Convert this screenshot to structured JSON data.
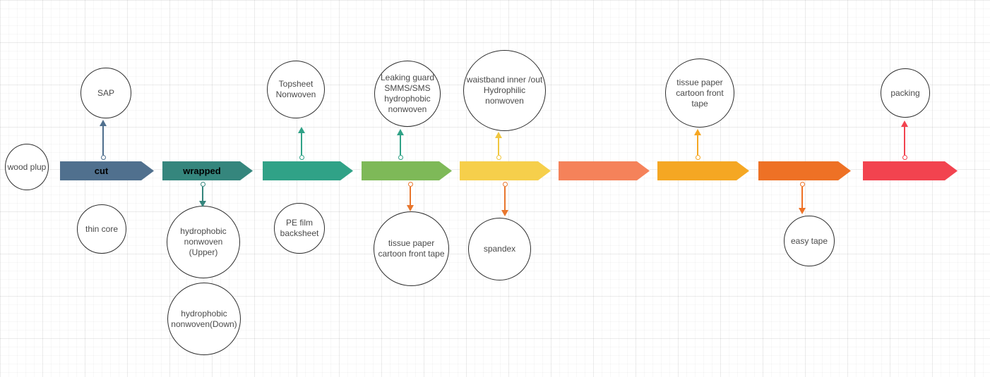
{
  "process": {
    "steps": [
      {
        "label": "cut",
        "color": "#50708e"
      },
      {
        "label": "wrapped",
        "color": "#35867d"
      },
      {
        "label": "",
        "color": "#30a287"
      },
      {
        "label": "",
        "color": "#7eb958"
      },
      {
        "label": "",
        "color": "#f6cf4b"
      },
      {
        "label": "",
        "color": "#f5825a"
      },
      {
        "label": "",
        "color": "#f5a723"
      },
      {
        "label": "",
        "color": "#ee7125"
      },
      {
        "label": "",
        "color": "#f2434f"
      }
    ]
  },
  "nodes": [
    {
      "id": "wood-plup",
      "label": "wood plup"
    },
    {
      "id": "sap",
      "label": "SAP"
    },
    {
      "id": "thin-core",
      "label": "thin core"
    },
    {
      "id": "hydrophobic-nonwoven-upper",
      "label": "hydrophobic nonwoven (Upper)"
    },
    {
      "id": "hydrophobic-nonwoven-down",
      "label": "hydrophobic nonwoven(Down)"
    },
    {
      "id": "topsheet-nonwoven",
      "label": "Topsheet Nonwoven"
    },
    {
      "id": "pe-film-backsheet",
      "label": "PE film backsheet"
    },
    {
      "id": "leaking-guard-nonwoven",
      "label": "Leaking guard SMMS/SMS hydrophobic nonwoven"
    },
    {
      "id": "tissue-paper-front-tape-1",
      "label": "tissue paper cartoon front tape"
    },
    {
      "id": "waistband-nonwoven",
      "label": "waistband inner /out Hydrophilic nonwoven"
    },
    {
      "id": "spandex",
      "label": "spandex"
    },
    {
      "id": "tissue-paper-front-tape-2",
      "label": "tissue paper cartoon front tape"
    },
    {
      "id": "easy-tape",
      "label": "easy tape"
    },
    {
      "id": "packing",
      "label": "packing"
    }
  ],
  "connectors": [
    {
      "target": "sap",
      "direction": "up",
      "color": "#50708e"
    },
    {
      "target": "hydrophobic-nonwoven-upper",
      "direction": "down",
      "color": "#35867d"
    },
    {
      "target": "topsheet-nonwoven",
      "direction": "up",
      "color": "#30a287"
    },
    {
      "target": "leaking-guard-nonwoven",
      "direction": "up",
      "color": "#30a287"
    },
    {
      "target": "tissue-paper-front-tape-1",
      "direction": "down",
      "color": "#e8762d"
    },
    {
      "target": "waistband-nonwoven",
      "direction": "up",
      "color": "#f0c63f"
    },
    {
      "target": "spandex",
      "direction": "down",
      "color": "#e8762d"
    },
    {
      "target": "tissue-paper-front-tape-2",
      "direction": "up",
      "color": "#f5a723"
    },
    {
      "target": "easy-tape",
      "direction": "down",
      "color": "#ee7125"
    },
    {
      "target": "packing",
      "direction": "up",
      "color": "#f2434f"
    }
  ]
}
